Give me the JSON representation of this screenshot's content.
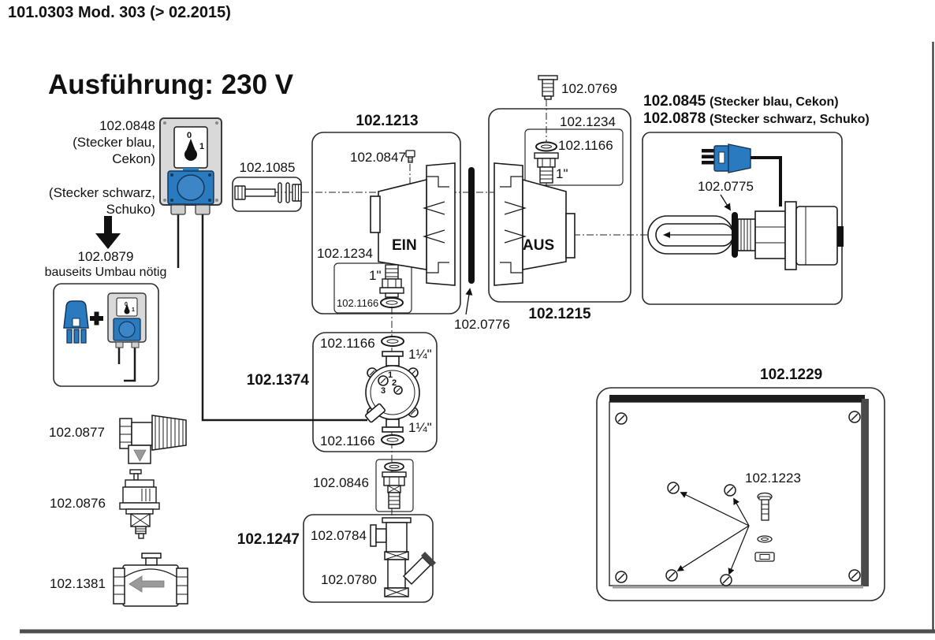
{
  "page": {
    "header": "101.0303 Mod. 303 (> 02.2015)",
    "title": "Ausführung: 230 V"
  },
  "labels": {
    "control_unit_number": "102.0848",
    "control_unit_blue_1": "(Stecker blau,",
    "control_unit_blue_2": "Cekon)",
    "control_unit_black_1": "(Stecker schwarz,",
    "control_unit_black_2": "Schuko)",
    "switch_off": "0",
    "switch_on": "1",
    "conversion_number": "102.0879",
    "conversion_note": "bauseits Umbau nötig",
    "safety_valve": "102.0877",
    "vent_valve": "102.0876",
    "check_valve": "102.1381",
    "bolt_set": "102.1085",
    "inlet_assembly": "102.1213",
    "vent_screw": "102.0847",
    "inlet_fitting_group": "102.1234",
    "inlet_fitting_size": "1\"",
    "inlet_oring": "102.1166",
    "inlet_marking": "EIN",
    "flange_gasket": "102.0776",
    "outlet_plug": "102.0769",
    "outlet_fitting_group": "102.1234",
    "outlet_oring": "102.1166",
    "outlet_fitting_size": "1\"",
    "outlet_marking": "AUS",
    "outlet_assembly": "102.1215",
    "heater_blue_number": "102.0845",
    "heater_blue_note": "(Stecker blau, Cekon)",
    "heater_black_number": "102.0878",
    "heater_black_note": "(Stecker schwarz, Schuko)",
    "heater_gasket": "102.0775",
    "pump_assembly": "102.1374",
    "pump_oring_top": "102.1166",
    "pump_size_top": "1¼\"",
    "pump_size_bottom": "1¼\"",
    "pump_oring_bottom": "102.1166",
    "pump_speed_1": "1",
    "pump_speed_2": "2",
    "pump_speed_3": "3",
    "union_fitting": "102.0846",
    "drain_assembly": "102.1247",
    "tee_fitting": "102.0784",
    "drain_pipe": "102.0780",
    "panel_assembly": "102.1229",
    "panel_screw_set": "102.1223"
  },
  "colors": {
    "accent_blue": "#2a7abf",
    "line": "#1a1a1a",
    "box_gray": "#d9d9d9"
  }
}
